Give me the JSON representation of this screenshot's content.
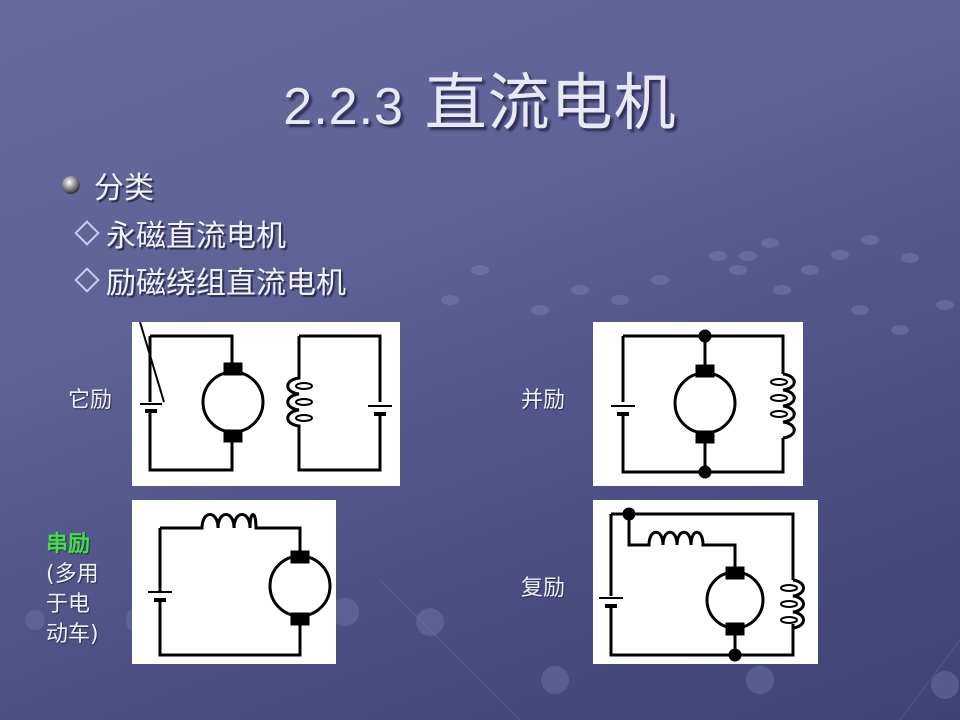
{
  "slide": {
    "title_number": "2.2.3",
    "title_text": "直流电机",
    "bullet": "分类",
    "sub_items": [
      "永磁直流电机",
      "励磁绕组直流电机"
    ]
  },
  "circuits": {
    "separately_excited": {
      "label": "它励"
    },
    "shunt": {
      "label": "并励"
    },
    "series": {
      "label": "串励",
      "note_lines": [
        "(多用",
        "于电",
        "动车)"
      ],
      "label_color": "#44dd44"
    },
    "compound": {
      "label": "复励"
    }
  },
  "colors": {
    "background": "#5f6296",
    "title_text": "#e9e9f5",
    "highlight_green": "#44dd44"
  }
}
